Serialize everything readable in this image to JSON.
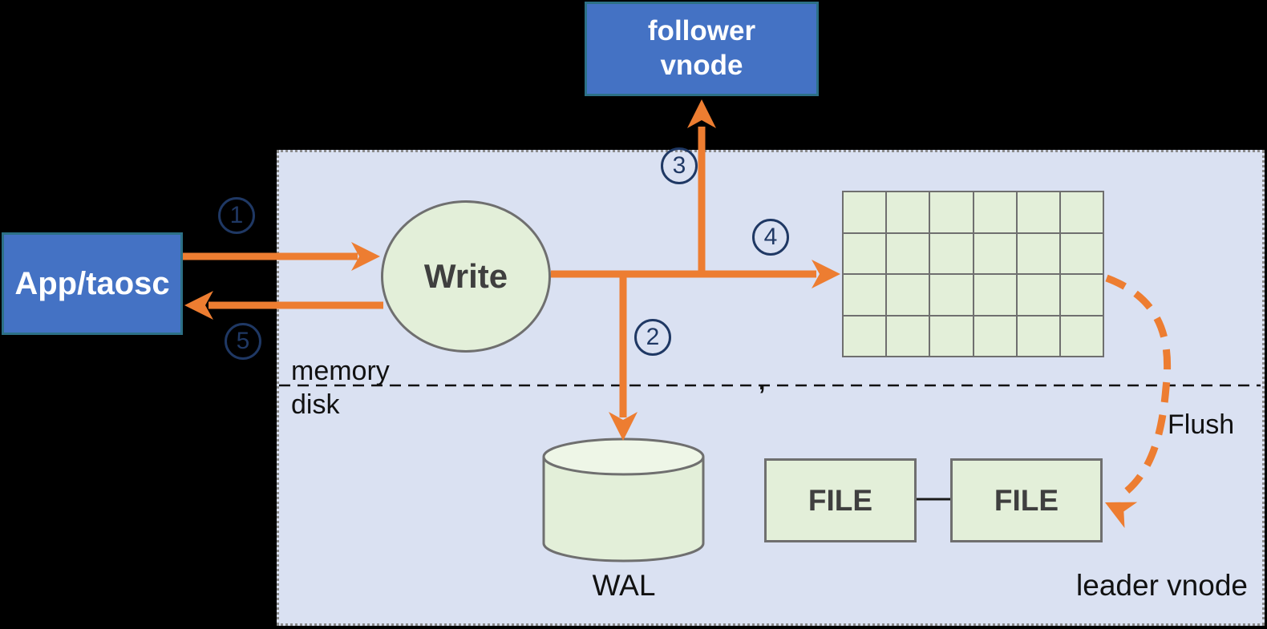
{
  "colors": {
    "background": "#000000",
    "panel_fill": "#dae1f2",
    "panel_border": "#8a8a8a",
    "node_blue": "#4472c4",
    "node_blue_border": "#2c7086",
    "node_green": "#e3efd9",
    "node_green_light": "#eef6e7",
    "shape_border": "#6f6f6f",
    "arrow_orange": "#ed7d31",
    "step_navy": "#1f3864",
    "text_ink": "#111111",
    "text_dark": "#3f3f3f"
  },
  "nodes": {
    "app": "App/taosc",
    "follower_vnode": "follower\nvnode",
    "write": "Write",
    "wal": "WAL",
    "file_left": "FILE",
    "file_right": "FILE"
  },
  "labels": {
    "memory": "memory",
    "disk": "disk",
    "flush": "Flush",
    "leader_vnode": "leader vnode",
    "stray_mark": ","
  },
  "steps": [
    "1",
    "2",
    "3",
    "4",
    "5"
  ],
  "memtable": {
    "rows": 4,
    "cols": 6
  }
}
